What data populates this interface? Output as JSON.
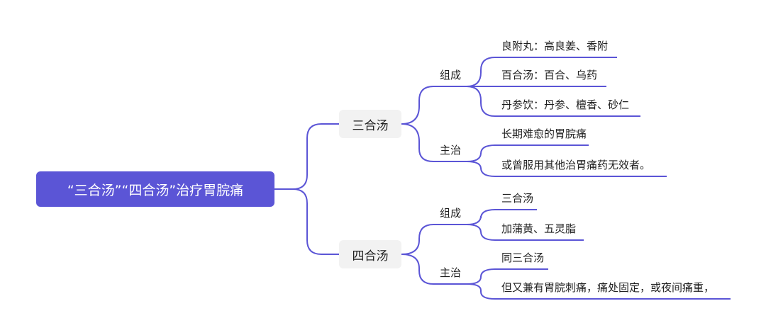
{
  "root": "“三合汤”“四合汤”治疗胃脘痛",
  "branches": [
    {
      "title": "三合汤",
      "groups": [
        {
          "title": "组成",
          "items": [
            "良附丸：高良姜、香附",
            "百合汤：百合、乌药",
            "丹参饮：丹参、檀香、砂仁"
          ]
        },
        {
          "title": "主治",
          "items": [
            "长期难愈的胃脘痛",
            "或曾服用其他治胃痛药无效者。"
          ]
        }
      ]
    },
    {
      "title": "四合汤",
      "groups": [
        {
          "title": "组成",
          "items": [
            "三合汤",
            "加蒲黄、五灵脂"
          ]
        },
        {
          "title": "主治",
          "items": [
            "同三合汤",
            "但又兼有胃脘刺痛，痛处固定，或夜间痛重，"
          ]
        }
      ]
    }
  ],
  "colors": {
    "root_bg": "#5b55d6",
    "connector": "#5b55d6",
    "branch_bg": "#f2f2f2"
  }
}
